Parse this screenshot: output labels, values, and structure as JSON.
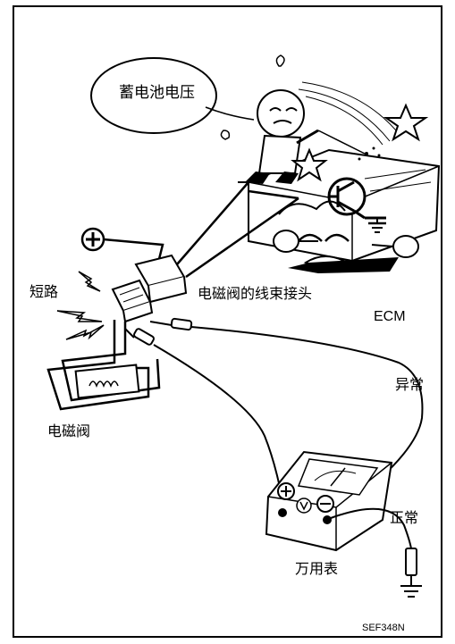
{
  "labels": {
    "battery_voltage": "蓄电池电压",
    "short_circuit": "短路",
    "solenoid_connector": "电磁阀的线束接头",
    "ecm": "ECM",
    "abnormal": "异常",
    "solenoid": "电磁阀",
    "normal": "正常",
    "multimeter": "万用表",
    "figure_code": "SEF348N"
  },
  "icons": {
    "battery_terminal": "plus-circle-icon",
    "ground": "ground-icon",
    "explosion": "star-burst-icon",
    "meter_positive": "plus-circle-icon",
    "meter_negative": "minus-circle-icon",
    "meter_volt": "v-circle-icon"
  }
}
